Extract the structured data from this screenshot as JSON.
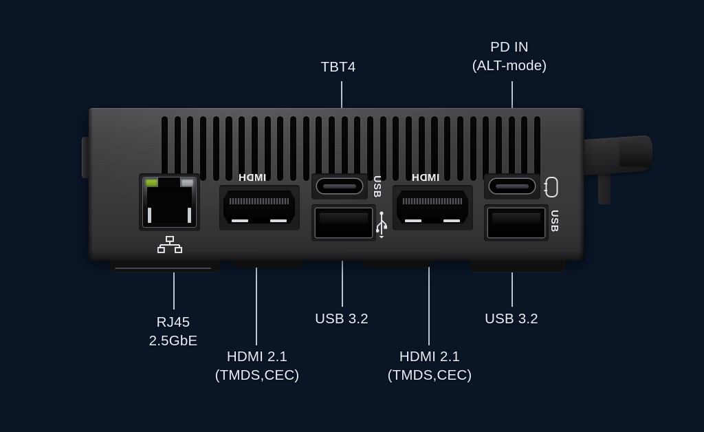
{
  "scene": {
    "title": "Mini PC rear I/O port diagram",
    "background_color": "#12274a",
    "device_color": "#3b3b3d",
    "label_color": "#e9eef5",
    "leader_color": "#cdd6e2"
  },
  "labels": {
    "top": [
      {
        "id": "tbt4",
        "line1": "TBT4",
        "line2": ""
      },
      {
        "id": "pd_in",
        "line1": "PD IN",
        "line2": "(ALT-mode)"
      }
    ],
    "bottom": [
      {
        "id": "rj45",
        "line1": "RJ45",
        "line2": "2.5GbE"
      },
      {
        "id": "hdmi_1",
        "line1": "HDMI 2.1",
        "line2": "(TMDS,CEC)"
      },
      {
        "id": "usb32_left",
        "line1": "USB 3.2",
        "line2": ""
      },
      {
        "id": "hdmi_2",
        "line1": "HDMI 2.1",
        "line2": "(TMDS,CEC)"
      },
      {
        "id": "usb32_right",
        "line1": "USB 3.2",
        "line2": ""
      }
    ]
  },
  "ports": {
    "rj45": {
      "name": "RJ45 2.5GbE Ethernet",
      "glyph": "lan-icon",
      "leds": [
        "green",
        "gray"
      ]
    },
    "hdmi_left": {
      "name": "HDMI 2.1 port (left)",
      "silk": "HDMI"
    },
    "hdmi_right": {
      "name": "HDMI 2.1 port (right)",
      "silk": "HDMI"
    },
    "usbc_tbt4": {
      "name": "Thunderbolt 4 USB-C",
      "silk": "USB"
    },
    "usbc_pd": {
      "name": "USB-C PD IN (ALT-mode)",
      "silk": "power-plug-icon"
    },
    "usba_left": {
      "name": "USB 3.2 Type-A (left)",
      "silk": "usb-trident-icon"
    },
    "usba_right": {
      "name": "USB 3.2 Type-A (right)",
      "silk": "USB"
    }
  },
  "silkscreen": {
    "hdmi": "HDMI",
    "usb": "USB"
  },
  "chassis": {
    "vent_count": 30
  }
}
